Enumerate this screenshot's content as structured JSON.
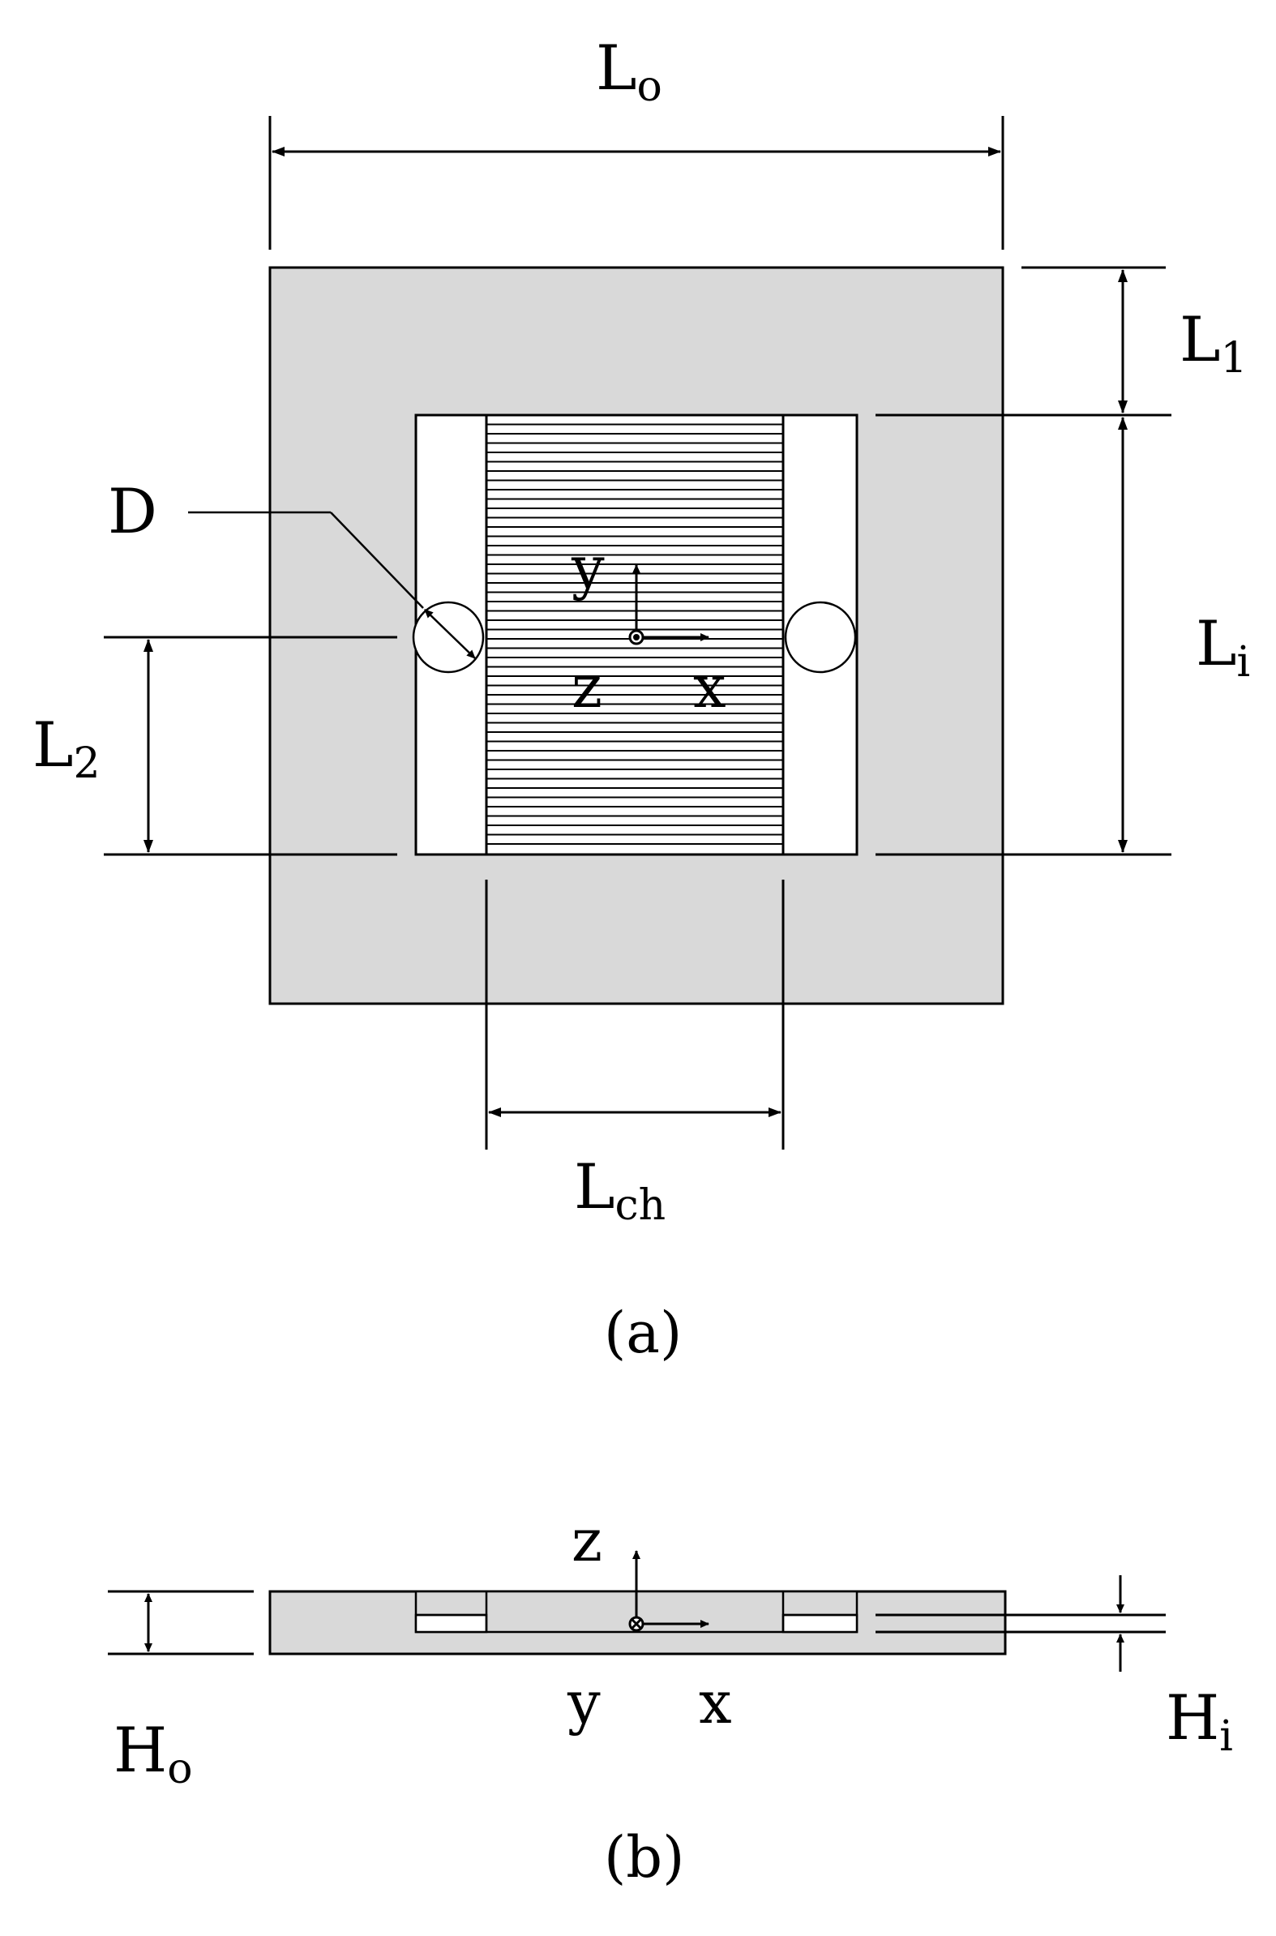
{
  "top_view": {
    "caption": "(a)",
    "outer_length_label": {
      "main": "L",
      "sub": "o"
    },
    "margin_label": {
      "main": "L",
      "sub": "1"
    },
    "inner_length_label": {
      "main": "L",
      "sub": "i"
    },
    "port_offset_label": {
      "main": "L",
      "sub": "2"
    },
    "channel_length_label": {
      "main": "L",
      "sub": "ch"
    },
    "diameter_label": "D",
    "axis_y": "y",
    "axis_z": "z",
    "axis_x": "x"
  },
  "side_view": {
    "caption": "(b)",
    "outer_height_label": {
      "main": "H",
      "sub": "o"
    },
    "inner_height_label": {
      "main": "H",
      "sub": "i"
    },
    "axis_z": "z",
    "axis_y": "y",
    "axis_x": "x"
  },
  "colors": {
    "plate": "#d9d9d9",
    "line": "#000000",
    "background": "#ffffff"
  }
}
